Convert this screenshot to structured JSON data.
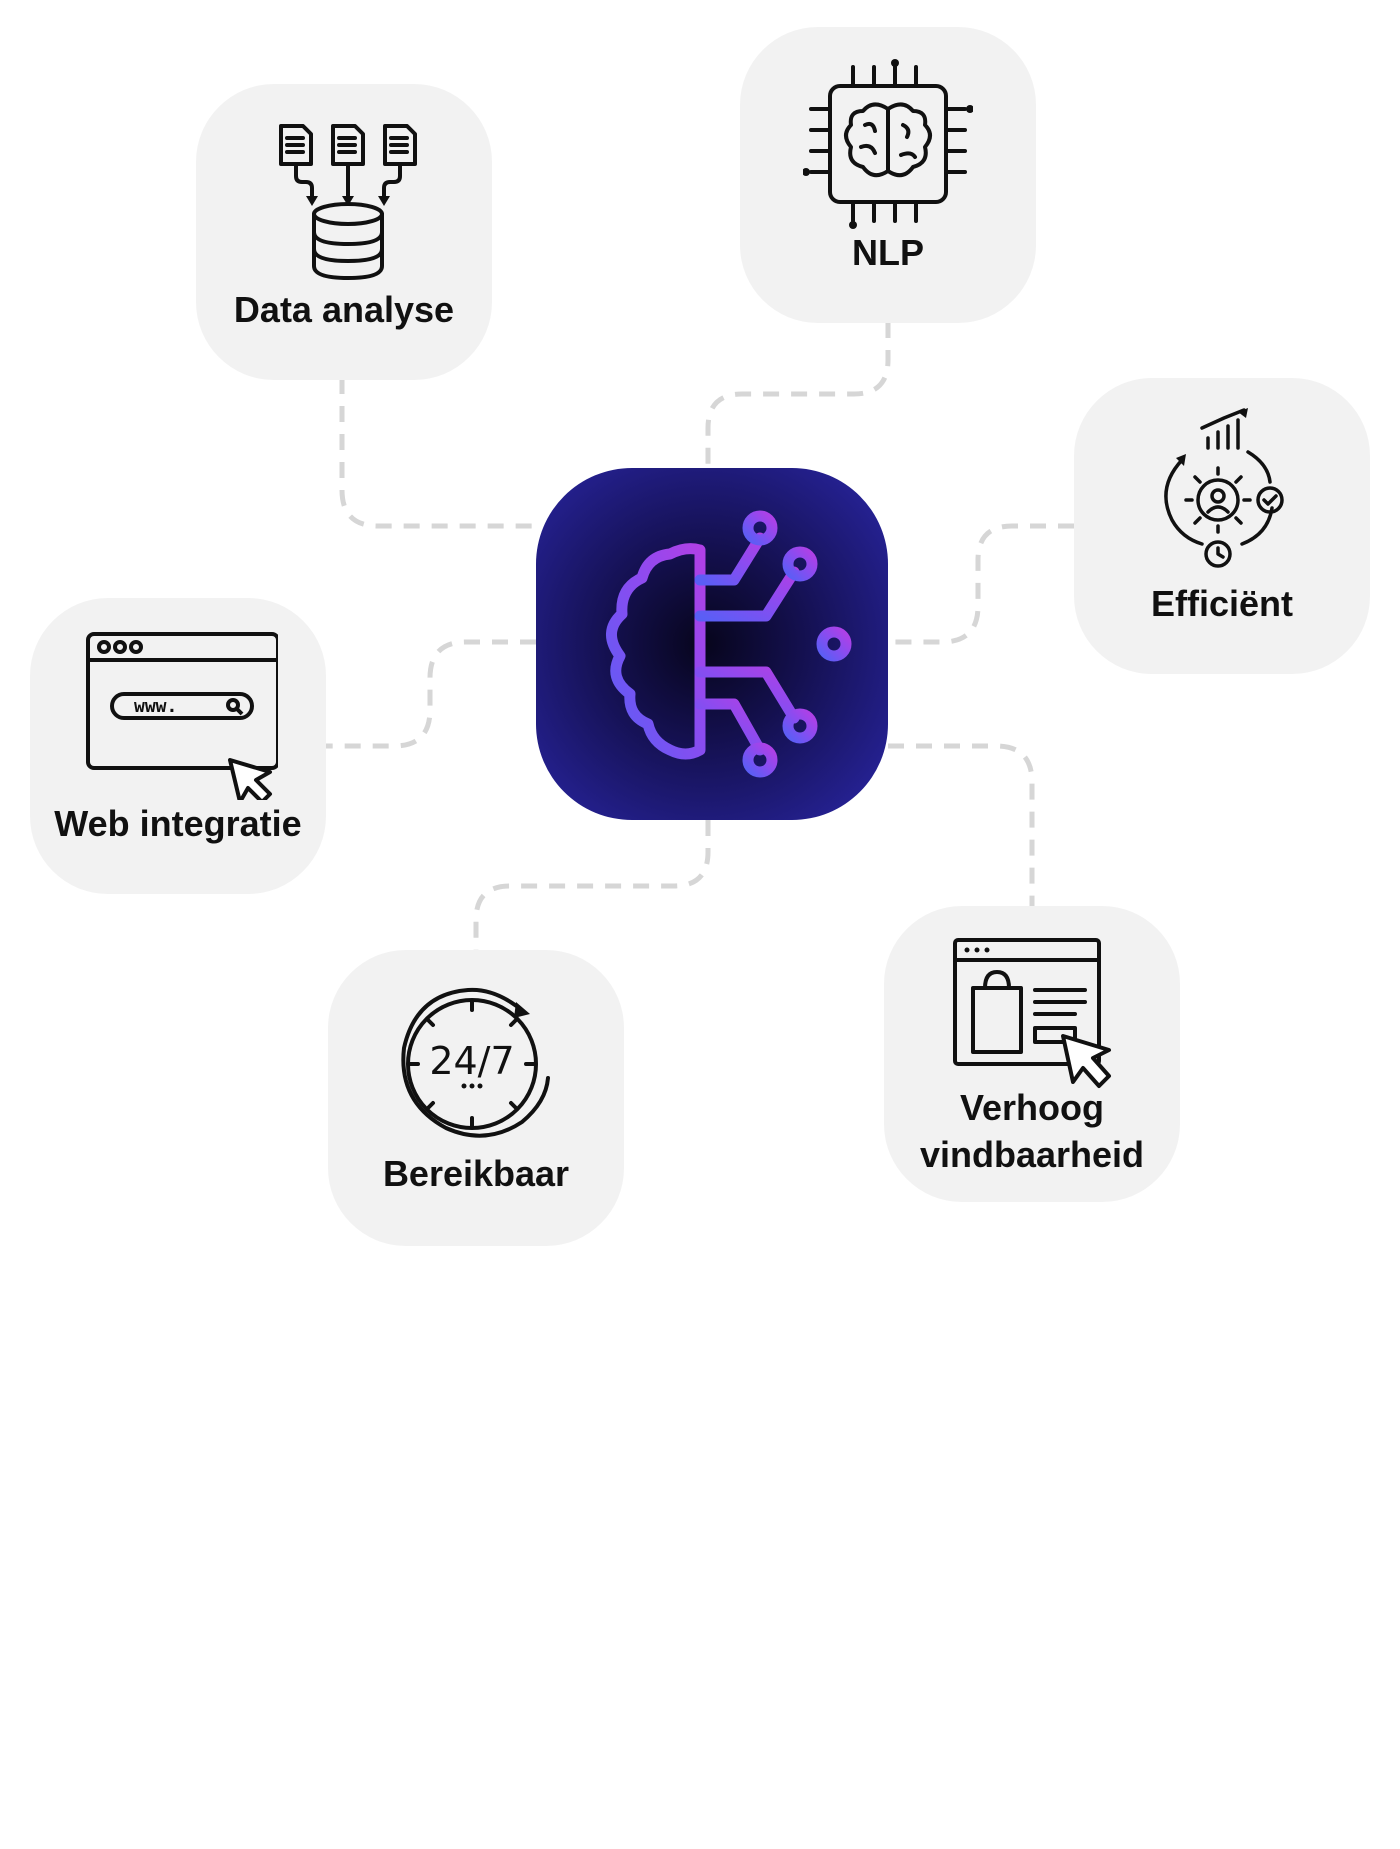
{
  "hub": {
    "icon": "ai-brain-circuit-icon",
    "gradient": [
      "#6b4cf5",
      "#a43ee8"
    ],
    "background": "#2a26a6"
  },
  "nodes": {
    "data_analyse": {
      "label": "Data analyse",
      "icon": "documents-to-database-icon"
    },
    "nlp": {
      "label": "NLP",
      "icon": "brain-chip-icon"
    },
    "efficient": {
      "label": "Efficiënt",
      "icon": "efficiency-gear-cycle-icon"
    },
    "web_integratie": {
      "label": "Web integratie",
      "icon": "browser-url-cursor-icon"
    },
    "bereikbaar": {
      "label": "Bereikbaar",
      "icon": "clock-24-7-icon",
      "clock_text": "24/7"
    },
    "verhoog_vindbaarheid": {
      "label_line1": "Verhoog",
      "label_line2": "vindbaarheid",
      "icon": "browser-shopping-cursor-icon"
    },
    "web_icon_text": "www."
  },
  "colors": {
    "card": "#f2f2f2",
    "connector": "#d6d6d6",
    "text": "#111111"
  }
}
